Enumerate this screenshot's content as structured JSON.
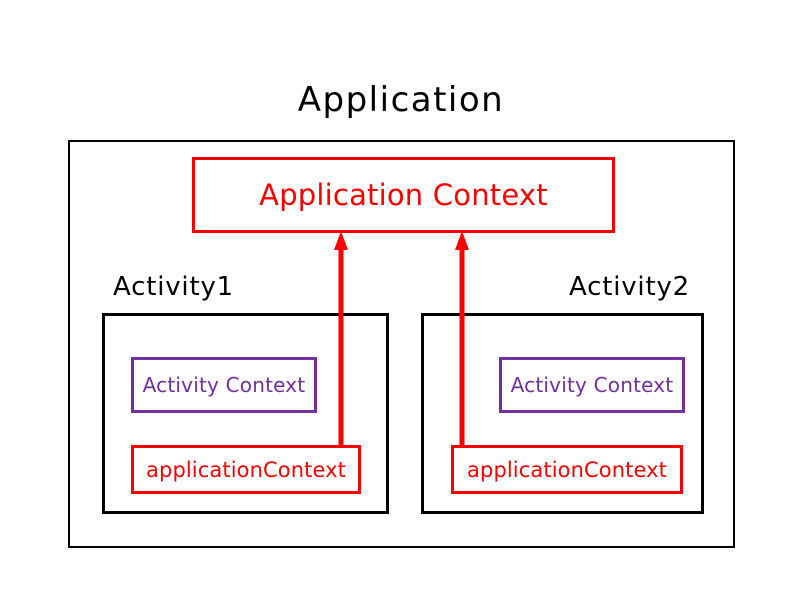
{
  "diagram": {
    "title": "Application",
    "type": "android-context-hierarchy-diagram",
    "colors": {
      "red": "#fa0000",
      "purple": "#7030a0",
      "black": "#000000",
      "background": "#ffffff"
    },
    "application_context": {
      "label": "Application Context"
    },
    "activities": [
      {
        "group_label": "Activity1",
        "activity_context_label": "Activity Context",
        "application_context_ref_label": "applicationContext"
      },
      {
        "group_label": "Activity2",
        "activity_context_label": "Activity Context",
        "application_context_ref_label": "applicationContext"
      }
    ],
    "arrows": [
      {
        "name": "activity1-appcontext-arrow",
        "from": "Activity1 applicationContext",
        "to": "Application Context",
        "direction": "up"
      },
      {
        "name": "activity2-appcontext-arrow",
        "from": "Activity2 applicationContext",
        "to": "Application Context",
        "direction": "up"
      }
    ]
  }
}
